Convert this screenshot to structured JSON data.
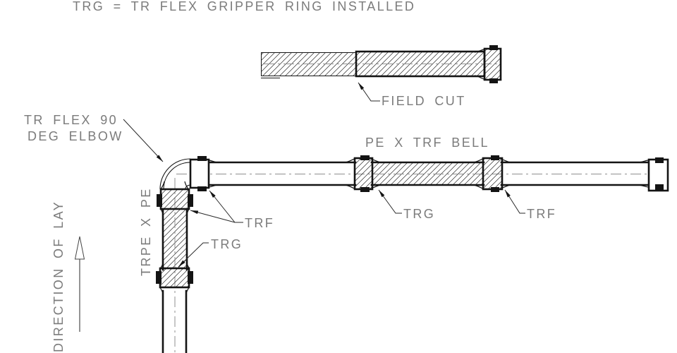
{
  "note": "TRG = TR FLEX GRIPPER RING INSTALLED",
  "labels": {
    "field_cut": "FIELD CUT",
    "elbow_line1": "TR FLEX 90",
    "elbow_line2": "DEG ELBOW",
    "bell": "PE X TRF BELL",
    "trf_elbow": "TRF",
    "trg_vertical": "TRG",
    "trg_mid": "TRG",
    "trf_mid": "TRF",
    "trpe": "TRPE X PE",
    "direction": "DIRECTION OF LAY"
  },
  "colors": {
    "line": "#141414",
    "text": "#7b7b7b",
    "centerline": "#8f8f8f",
    "background": "#ffffff"
  }
}
